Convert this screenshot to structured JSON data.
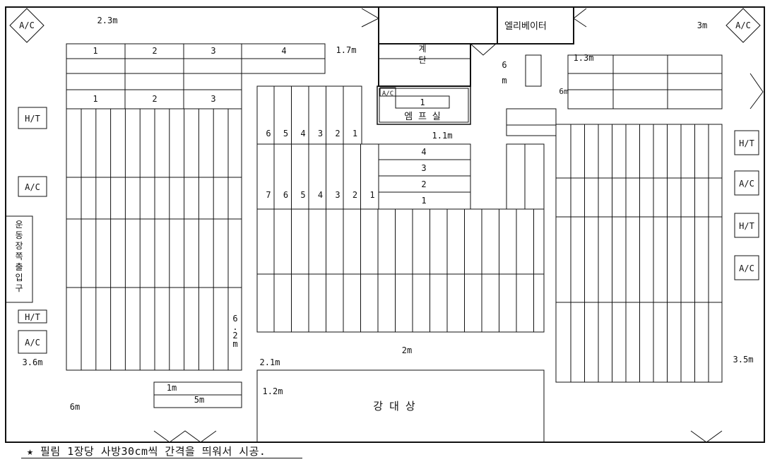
{
  "labels": {
    "ac": "A/C",
    "ht": "H/T",
    "elevator": "엘리베이터",
    "stair_1": "계",
    "stair_2": "단",
    "pump_room": "엠 프 실",
    "entrance": "운동장쪽출입구",
    "podium": "강 대 상"
  },
  "dimensions": {
    "d_2_3m": "2.3m",
    "d_1_7m": "1.7m",
    "d_6m_mid": "6",
    "d_6m_mid_unit": "m",
    "d_3m": "3m",
    "d_1_3m": "1.3m",
    "d_6m_right": "6m",
    "d_1_1m": "1.1m",
    "d_6_2m": [
      "6",
      ".",
      "2",
      "m"
    ],
    "d_3_6m": "3.6m",
    "d_2_1m": "2.1m",
    "d_1m": "1m",
    "d_5m": "5m",
    "d_1_2m": "1.2m",
    "d_2m": "2m",
    "d_6m_left": "6m",
    "d_3_5m": "3.5m"
  },
  "row_numbers": {
    "top_left": [
      "1",
      "2",
      "3",
      "4"
    ],
    "second_left": [
      "1",
      "2",
      "3"
    ],
    "center_top": [
      "6",
      "5",
      "4",
      "3",
      "2",
      "1"
    ],
    "center_mid": [
      "7",
      "6",
      "5",
      "4",
      "3",
      "2",
      "1"
    ],
    "stack": [
      "4",
      "3",
      "2",
      "1"
    ],
    "pump": "1"
  },
  "footnote": "★ 필림 1장당 사방30cm씩 간격을 띄워서 시공."
}
